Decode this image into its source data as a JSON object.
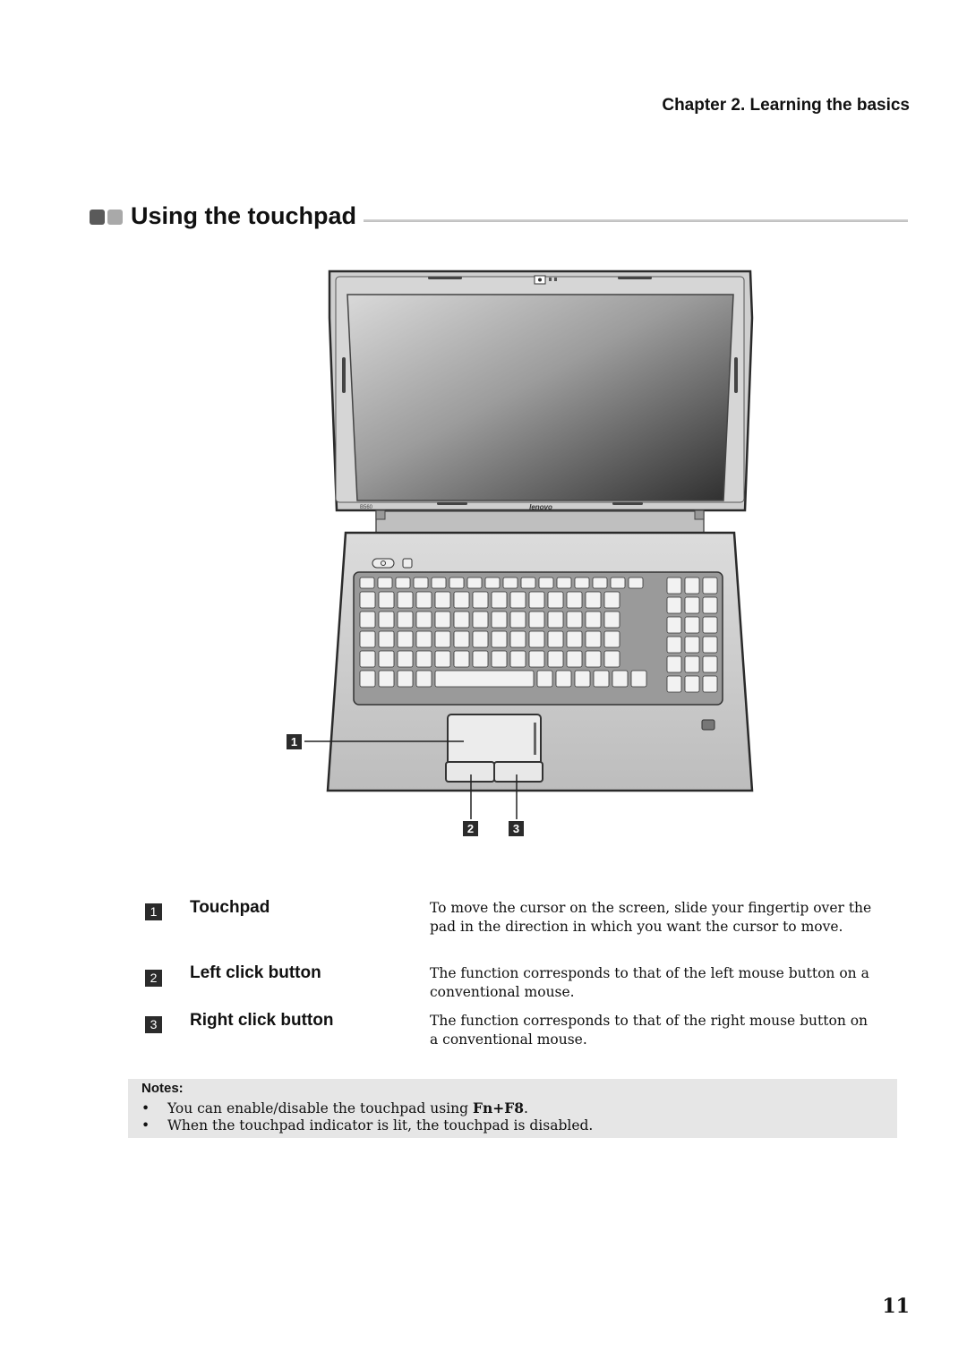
{
  "header": {
    "chapter": "Chapter 2. Learning the basics"
  },
  "section": {
    "title": "Using the touchpad"
  },
  "figure": {
    "screen_logo": "lenovo",
    "model_label": "B560",
    "callouts": [
      "1",
      "2",
      "3"
    ]
  },
  "items": [
    {
      "num": "1",
      "term": "Touchpad",
      "desc": "To move the cursor on the screen, slide your fingertip over the pad in the direction in which you want the cursor to move."
    },
    {
      "num": "2",
      "term": "Left click button",
      "desc": "The function corresponds to that of the left mouse button on a conventional mouse."
    },
    {
      "num": "3",
      "term": "Right click button",
      "desc": "The function corresponds to that of the right mouse button on a conventional mouse."
    }
  ],
  "notes": {
    "title": "Notes:",
    "item1_text": "You can enable/disable the touchpad using ",
    "item1_key": "Fn+F8",
    "item1_end": ".",
    "item2": "When the touchpad indicator is lit, the touchpad is disabled."
  },
  "page_number": "11"
}
